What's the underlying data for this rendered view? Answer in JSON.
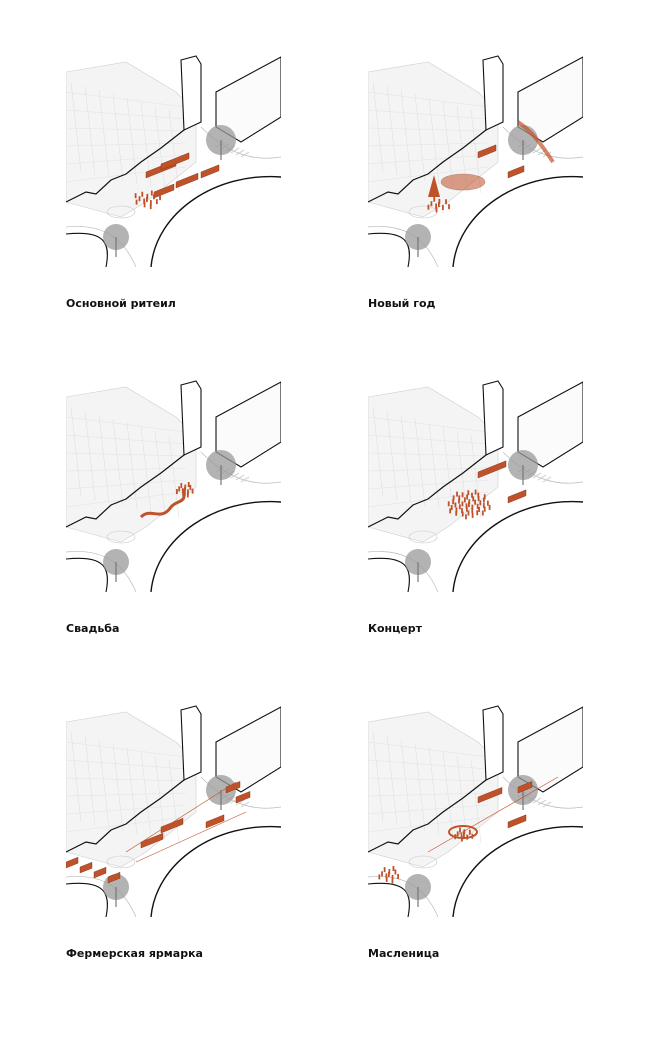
{
  "accent_color": "#c0522a",
  "panels": [
    {
      "caption": "Основной ритеил",
      "scenario": "retail"
    },
    {
      "caption": "Новый год",
      "scenario": "newyear"
    },
    {
      "caption": "Свадьба",
      "scenario": "wedding"
    },
    {
      "caption": "Концерт",
      "scenario": "concert"
    },
    {
      "caption": "Фермерская ярмарка",
      "scenario": "fair"
    },
    {
      "caption": "Масленица",
      "scenario": "maslenitsa"
    }
  ]
}
